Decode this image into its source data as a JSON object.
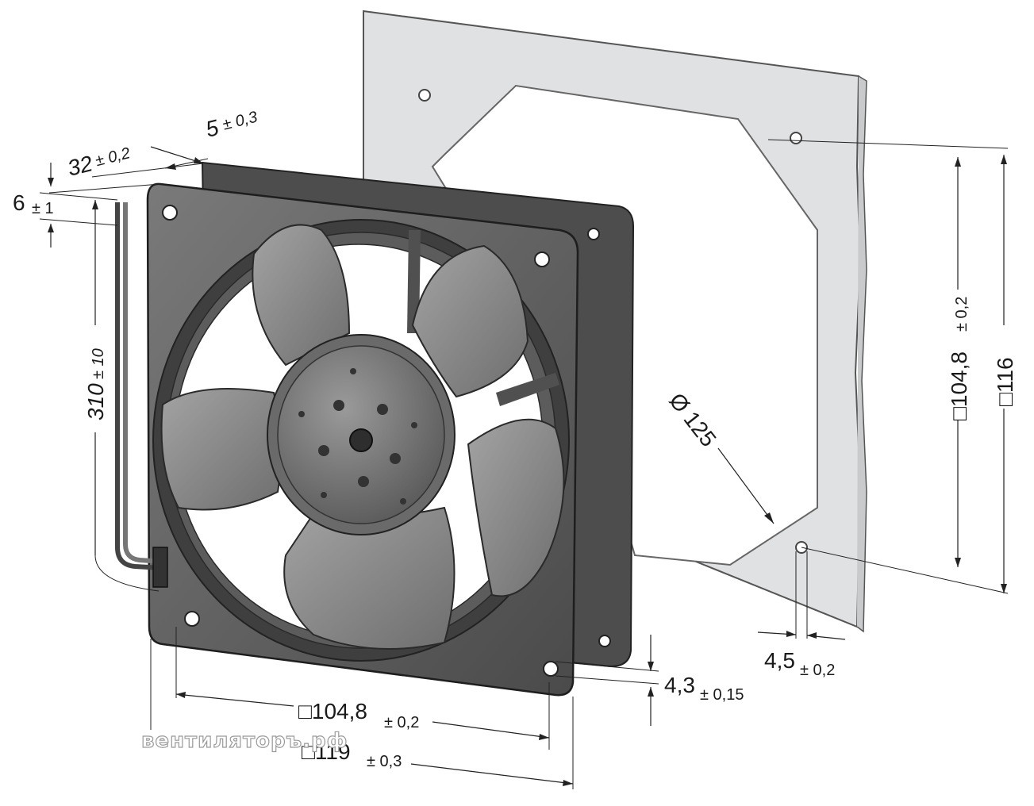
{
  "drawing": {
    "subject": "axial-fan-dimensional-drawing",
    "dimensions": {
      "depth_32": {
        "value": "32",
        "tolerance": "± 0,2"
      },
      "flange_5": {
        "value": "5",
        "tolerance": "± 0,3"
      },
      "lead_offset_6": {
        "value": "6",
        "tolerance": "± 1"
      },
      "lead_length_310": {
        "value": "310",
        "tolerance": "± 10"
      },
      "diameter_125": {
        "value": "Ø 125",
        "tolerance": ""
      },
      "hole_pitch_vertical": {
        "value": "□104,8",
        "tolerance": "± 0,2"
      },
      "panel_116": {
        "value": "□116",
        "tolerance": ""
      },
      "hole_dia_panel": {
        "value": "4,5",
        "tolerance": "± 0,2"
      },
      "hole_dia_fan": {
        "value": "4,3",
        "tolerance": "± 0,15"
      },
      "hole_pitch_horizontal": {
        "value": "□104,8",
        "tolerance": "± 0,2"
      },
      "frame_119": {
        "value": "□119",
        "tolerance": "± 0,3"
      }
    },
    "watermark": "вентиляторъ.рф",
    "colors": {
      "panel": "#dfe1e3",
      "fan_body": "#6b6b6b",
      "fan_dark": "#3a3a3a",
      "blade": "#8a8a8a",
      "line": "#1a1a1a"
    }
  }
}
